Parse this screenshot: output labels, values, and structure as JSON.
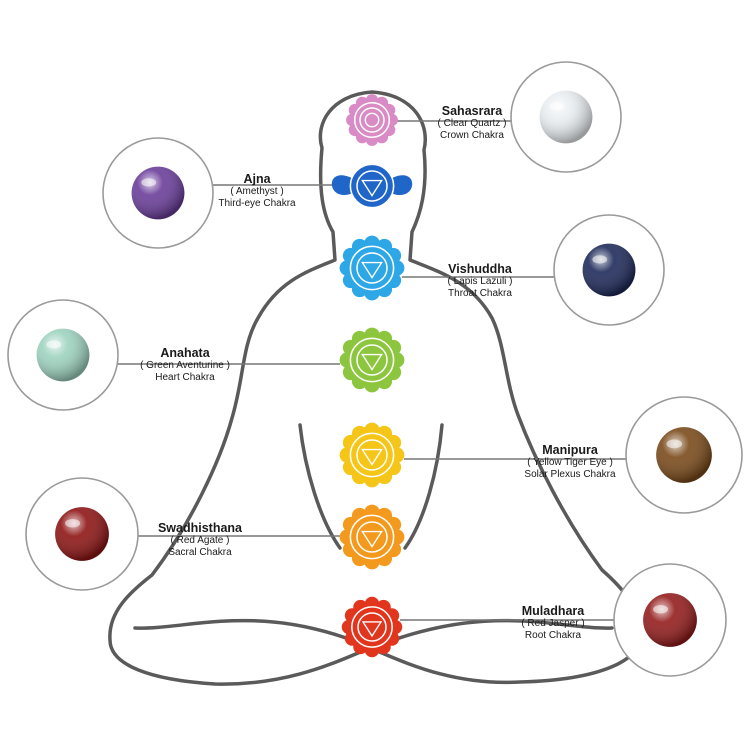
{
  "chakras": [
    {
      "id": "sahasrara",
      "name": "Sahasrara",
      "stone": "( Clear Quartz )",
      "kind": "Crown Chakra",
      "color": "#d98bc5",
      "stone_color": "#e9edf0"
    },
    {
      "id": "ajna",
      "name": "Ajna",
      "stone": "( Amethyst )",
      "kind": "Third-eye Chakra",
      "color": "#1f66c8",
      "stone_color": "#6a3d9a"
    },
    {
      "id": "vishuddha",
      "name": "Vishuddha",
      "stone": "( Lapis Lazuli )",
      "kind": "Throat Chakra",
      "color": "#2ea7e6",
      "stone_color": "#1e2a5a"
    },
    {
      "id": "anahata",
      "name": "Anahata",
      "stone": "( Green Aventurine )",
      "kind": "Heart Chakra",
      "color": "#8cc63f",
      "stone_color": "#9ed3c0"
    },
    {
      "id": "manipura",
      "name": "Manipura",
      "stone": "( Yellow Tiger Eye )",
      "kind": "Solar Plexus Chakra",
      "color": "#f5c518",
      "stone_color": "#7a4a1a"
    },
    {
      "id": "swadhisthana",
      "name": "Swadhisthana",
      "stone": "( Red Agate )",
      "kind": "Sacral Chakra",
      "color": "#f39a1e",
      "stone_color": "#8e1414"
    },
    {
      "id": "muladhara",
      "name": "Muladhara",
      "stone": "( Red Jasper )",
      "kind": "Root Chakra",
      "color": "#e2351e",
      "stone_color": "#941c1c"
    }
  ],
  "body_outline_color": "#555555",
  "connector_color": "#777777",
  "circle_border_color": "#9a9a9a"
}
